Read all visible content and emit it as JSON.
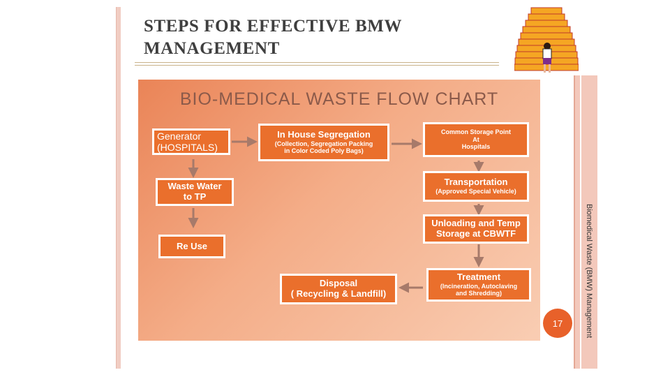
{
  "slide": {
    "title_line1": "STEPS FOR EFFECTIVE BMW",
    "title_line2": "MANAGEMENT",
    "side_label": "Biomedical Waste (BMW) Management",
    "page_number": "17"
  },
  "flowchart": {
    "title": "BIO-MEDICAL WASTE FLOW CHART",
    "colors": {
      "box_fill": "#ea6f2c",
      "box_border": "#ffffff",
      "arrow": "#a77a6a",
      "accent": "#e8612a"
    },
    "nodes": {
      "generator": {
        "line1": "Generator",
        "line2": "(HOSPITALS)"
      },
      "segregation": {
        "title": "In House Segregation",
        "line1": "(Collection, Segregation Packing",
        "line2": "in Color Coded Poly Bags)"
      },
      "storage": {
        "line1": "Common Storage Point",
        "line2": "At",
        "line3": "Hospitals"
      },
      "transport": {
        "title": "Transportation",
        "sub": "(Approved Special Vehicle)"
      },
      "unloading": {
        "line1": "Unloading and Temp",
        "line2": "Storage at CBWTF"
      },
      "treatment": {
        "title": "Treatment",
        "line1": "(Incineration, Autoclaving",
        "line2": "and Shredding)"
      },
      "disposal": {
        "line1": "Disposal",
        "line2": "( Recycling & Landfill)"
      },
      "waste_water": {
        "line1": "Waste Water",
        "line2": "to TP"
      },
      "reuse": {
        "line1": "Re Use"
      }
    }
  }
}
